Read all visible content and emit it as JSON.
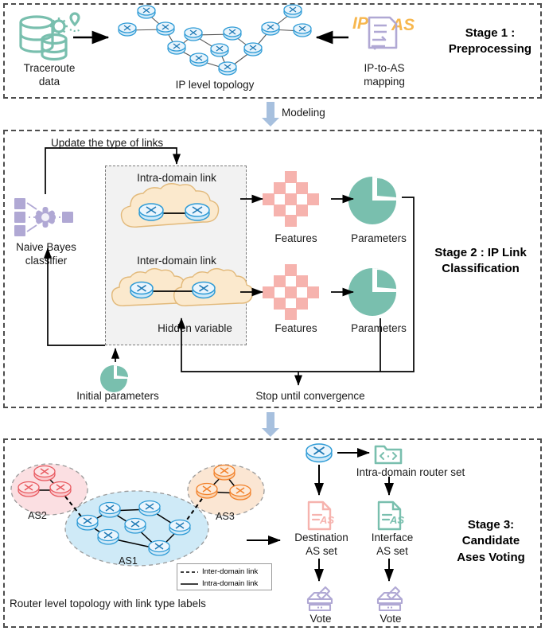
{
  "diagram": {
    "title": "Three-stage IP link classification and candidate AS voting pipeline",
    "colors": {
      "teal": "#79bfae",
      "pink": "#f6b3ae",
      "purple": "#b0a8d4",
      "orange": "#f5a04a",
      "router_blue": "#2e9bd6",
      "cloud_cream": "#fbe9cd",
      "as1_blue": "#cfeaf7",
      "as2_pink": "#fbdfe2",
      "as3_orange": "#fbe6d3",
      "arrow_block": "#a7c0de",
      "dash_border": "#4d4d4d"
    }
  },
  "stage1": {
    "title": "Stage 1 :\nPreprocessing",
    "title_line1": "Stage 1 :",
    "title_line2": "Preprocessing",
    "traceroute_label": "Traceroute\ndata",
    "traceroute_line1": "Traceroute",
    "traceroute_line2": "data",
    "topology_label": "IP level topology",
    "mapping_line1": "IP-to-AS",
    "mapping_line2": "mapping",
    "mapping_icon_text_left": "IP",
    "mapping_icon_text_right": "AS",
    "icons": {
      "database": "traceroute-database-icon",
      "topology": "ip-level-topology-icon",
      "mapping": "ip-to-as-mapping-icon"
    }
  },
  "connector_modeling": {
    "label": "Modeling"
  },
  "stage2": {
    "title_line1": "Stage 2 :  IP Link",
    "title_line2": "Classification",
    "update_label": "Update the type of links",
    "classifier_line1": "Naive Bayes",
    "classifier_line2": "classifier",
    "intra_label": "Intra-domain link",
    "inter_label": "Inter-domain link",
    "hidden_label": "Hidden variable",
    "features_label_top": "Features",
    "features_label_bottom": "Features",
    "parameters_label_top": "Parameters",
    "parameters_label_bottom": "Parameters",
    "initial_params_label": "Initial parameters",
    "stop_label": "Stop until convergence"
  },
  "stage3": {
    "title_line1": "Stage 3:",
    "title_line2": "Candidate",
    "title_line3": "Ases Voting",
    "as1_label": "AS1",
    "as2_label": "AS2",
    "as3_label": "AS3",
    "topology_caption": "Router level topology with link type labels",
    "legend": [
      {
        "style": "dashed",
        "label": "Inter-domain link"
      },
      {
        "style": "solid",
        "label": "Intra-domain link"
      }
    ],
    "intra_router_set_label": "Intra-domain router set",
    "destination_line1": "Destination",
    "destination_line2": "AS set",
    "interface_line1": "Interface",
    "interface_line2": "AS set",
    "vote_left_label": "Vote",
    "vote_right_label": "Vote",
    "doc_icon_text": "AS"
  }
}
